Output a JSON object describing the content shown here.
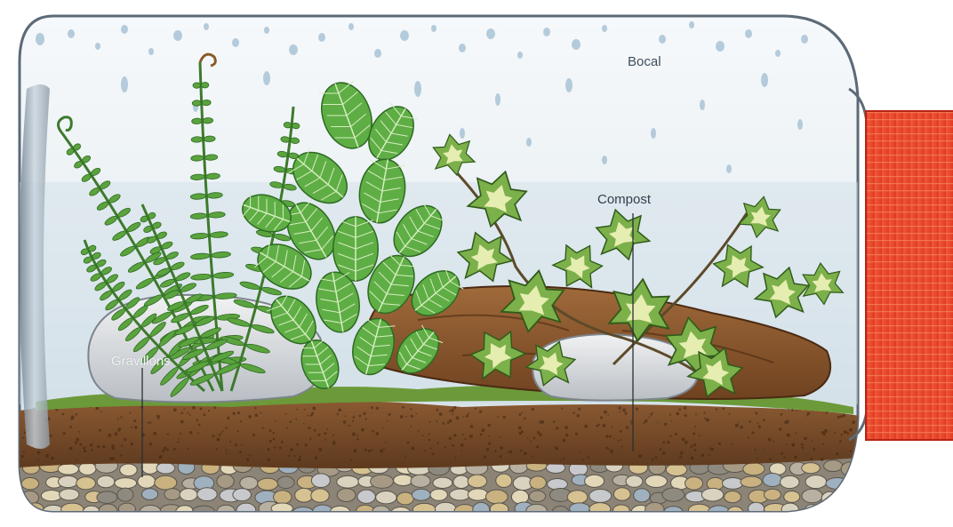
{
  "labels": {
    "bocal": "Bocal",
    "compost": "Compost",
    "gravillons": "Gravillons"
  },
  "colors": {
    "glass_tint": "#dfe8ef",
    "soil": "#7a4a28",
    "moss": "#6c9a3a",
    "cap": "#e8472e",
    "pebble_light": "#c9c2b2",
    "leaf_green": "#4f9a3c",
    "ivy_light": "#e6edb0"
  }
}
